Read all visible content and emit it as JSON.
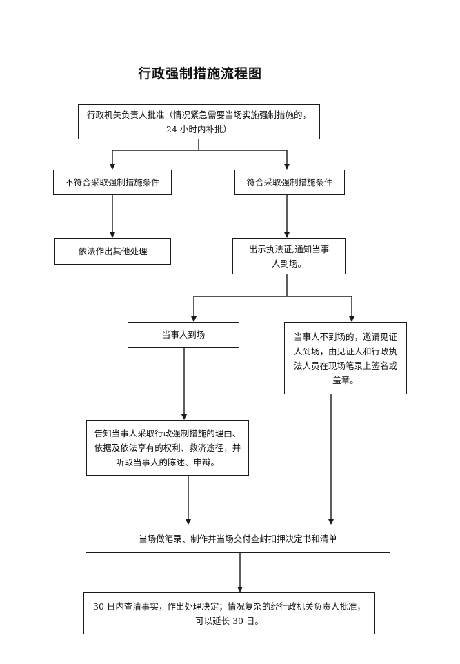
{
  "title": "行政强制措施流程图",
  "nodes": {
    "approval": "行政机关负责人批准（情况紧急需要当场实施强制措施的，24 小时内补批）",
    "not_meet": "不符合采取强制措施条件",
    "meet": "符合采取强制措施条件",
    "other_handling": "依法作出其他处理",
    "show_cert": "出示执法证,通知当事人到场。",
    "party_present": "当事人到场",
    "party_absent": "当事人不到场的，邀请见证人到场，由见证人和行政执法人员在现场笔录上签名或盖章。",
    "inform": "告知当事人采取行政强制措施的理由、依据及依法享有的权利、救济途径，并听取当事人的陈述、申辩。",
    "record": "当场做笔录、制作并当场交付查封扣押决定书和清单",
    "decision": "30 日内查清事实，作出处理决定；情况复杂的经行政机关负责人批准，可以延长 30 日。"
  }
}
